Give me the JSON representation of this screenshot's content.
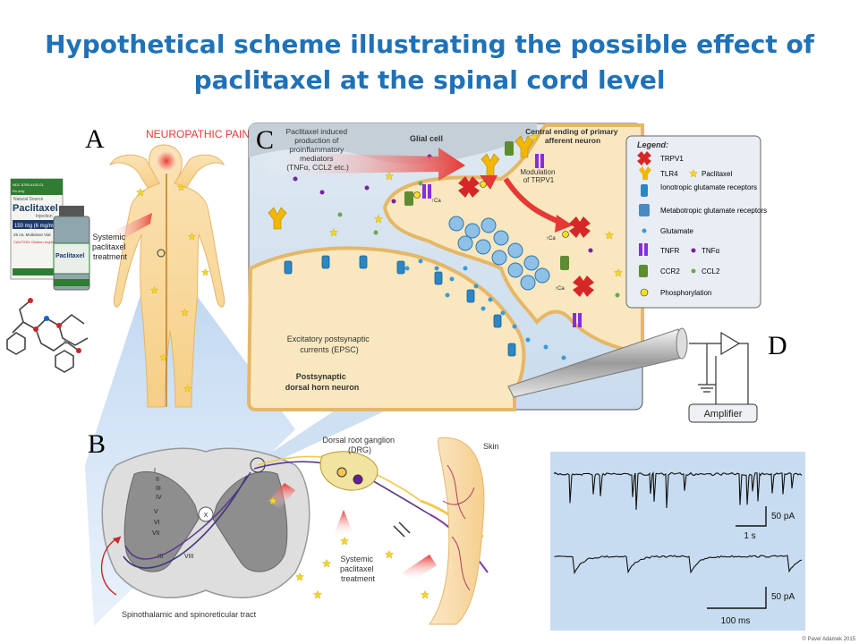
{
  "title": {
    "line1": "Hypothetical scheme illustrating the possible effect of",
    "line2": "paclitaxel at the spinal cord level"
  },
  "panelA": {
    "letter": "A",
    "heading": "NEUROPATHIC PAIN",
    "treatment": [
      "Systemic",
      "paclitaxel",
      "treatment"
    ],
    "box": {
      "code": "NDC 6755-4192-01",
      "dose_note": "Rx only",
      "brand_top": "Natural Source",
      "brand": "Paclitaxel",
      "form": "Injection",
      "strength": "150 mg (6 mg/mL)",
      "volume": "25 mL Multidose Vial",
      "caution": "CAUTION: Dilution required prior to IV use"
    },
    "vial_label": "Paclitaxel"
  },
  "panelB": {
    "letter": "B",
    "laminae": [
      "I",
      "II",
      "III",
      "IV",
      "V",
      "VI",
      "VII",
      "X",
      "XI",
      "VIII"
    ],
    "drg": [
      "Dorsal root ganglion",
      "(DRG)"
    ],
    "skin": "Skin",
    "treatment": [
      "Systemic",
      "paclitaxel",
      "treatment"
    ],
    "tract": "Spinothalamic and spinoreticular tract"
  },
  "panelC": {
    "letter": "C",
    "mediators": [
      "Paclitaxel induced",
      "production of",
      "proinflammatory",
      "mediators",
      "(TNFα, CCL2 etc.)"
    ],
    "glial": "Glial cell",
    "central_ending": [
      "Central ending of primary",
      "afferent neuron"
    ],
    "modulation": [
      "Modulation",
      "of TRPV1"
    ],
    "ca": "↑Ca",
    "epsc": [
      "Excitatory postsynaptic",
      "currents (EPSC)"
    ],
    "postsynaptic": [
      "Postsynaptic",
      "dorsal horn neuron"
    ]
  },
  "legend": {
    "title": "Legend:",
    "items": [
      {
        "label": "TRPV1",
        "icon": "trpv1-icon",
        "color": "#d62728"
      },
      {
        "label": "TLR4",
        "icon": "tlr4-icon",
        "color": "#f2b705"
      },
      {
        "label": "Paclitaxel",
        "icon": "star-icon",
        "color": "#f5d52a"
      },
      {
        "label": "Ionotropic glutamate receptors",
        "icon": "ionotropic-icon",
        "color": "#2b86c5"
      },
      {
        "label": "Metabotropic glutamate receptors",
        "icon": "metabotropic-icon",
        "color": "#4a8bbf"
      },
      {
        "label": "Glutamate",
        "icon": "glutamate-icon",
        "color": "#3a9bd6"
      },
      {
        "label": "TNFR",
        "icon": "tnfr-icon",
        "color": "#8a2be2"
      },
      {
        "label": "TNFα",
        "icon": "tnfa-icon",
        "color": "#7b1fa2"
      },
      {
        "label": "CCR2",
        "icon": "ccr2-icon",
        "color": "#5e8c31"
      },
      {
        "label": "CCL2",
        "icon": "ccl2-icon",
        "color": "#6aa84f"
      },
      {
        "label": "Phosphorylation",
        "icon": "phosphorylation-icon",
        "color": "#f7e017"
      }
    ]
  },
  "panelD": {
    "letter": "D",
    "amplifier": "Amplifier",
    "scale1": {
      "amplitude": "50 pA",
      "time": "1 s"
    },
    "scale2": {
      "amplitude": "50 pA",
      "time": "100 ms"
    }
  },
  "copyright": "© Pavel Adámek 2015"
}
